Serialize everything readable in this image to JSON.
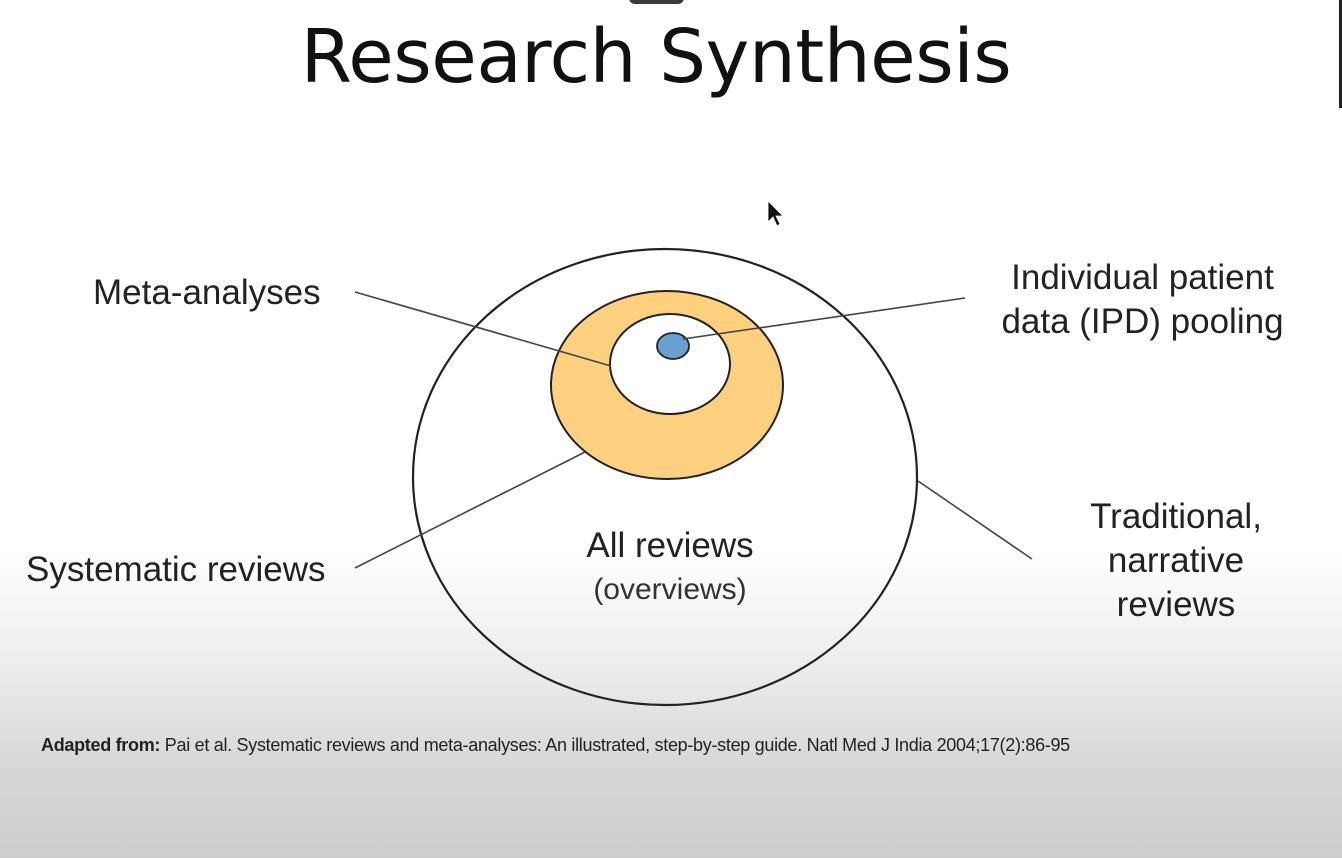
{
  "slide": {
    "title": "Research Synthesis"
  },
  "diagram": {
    "labels": {
      "meta_analyses": "Meta-analyses",
      "ipd_line1": "Individual patient",
      "ipd_line2": "data (IPD) pooling",
      "systematic_reviews": "Systematic reviews",
      "all_reviews": "All reviews",
      "all_reviews_sub": "(overviews)",
      "traditional_line1": "Traditional,",
      "traditional_line2": "narrative",
      "traditional_line3": "reviews"
    },
    "colors": {
      "systematic_ring": "#fdd080",
      "ipd_dot": "#6a9fd0",
      "outline": "#222222"
    }
  },
  "citation": {
    "prefix": "Adapted from:",
    "text": " Pai et al. Systematic reviews and meta-analyses: An illustrated, step-by-step guide. Natl Med J India 2004;17(2):86-95"
  }
}
